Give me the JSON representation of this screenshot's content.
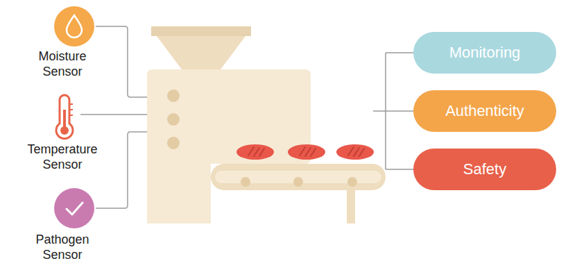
{
  "diagram": {
    "nodes": [
      {
        "text": [
          "Moisture Sensor"
        ]
      },
      {
        "text": [
          "Temperature Sensor"
        ]
      },
      {
        "text": [
          "Pathogen Sensor"
        ]
      },
      {
        "text": [
          "Monitoring"
        ]
      },
      {
        "text": [
          "Authenticity"
        ]
      },
      {
        "text": [
          "Safety"
        ]
      }
    ]
  }
}
